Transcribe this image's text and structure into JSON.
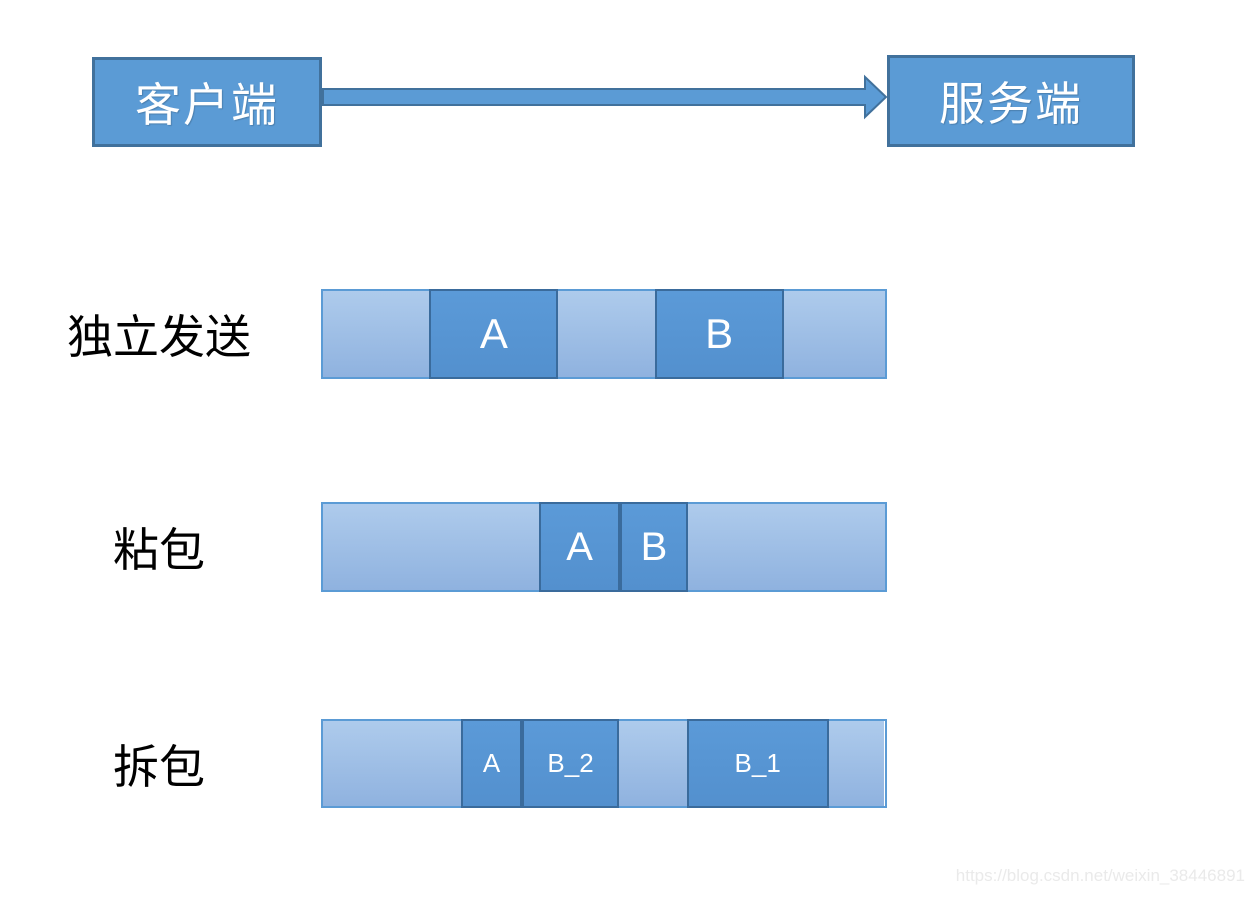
{
  "nodes": {
    "client": "客户端",
    "server": "服务端"
  },
  "watermark": "https://blog.csdn.net/weixin_38446891",
  "colors": {
    "node_fill": "#5B9BD5",
    "node_border": "#41719C",
    "arrow_fill": "#5B9BD5",
    "arrow_border": "#41719C",
    "packet_fill_top": "#5B9AD8",
    "packet_fill_bottom": "#5390CE",
    "packet_border": "#3A6B9C",
    "buffer_top": "#AECBEC",
    "buffer_bottom": "#8FB2DF",
    "buffer_border": "#5B9BD5",
    "label_color": "#000000",
    "watermark_color": "#EAEAEA"
  },
  "rows": [
    {
      "label": "独立发送",
      "segments": [
        {
          "kind": "buffer",
          "text": "",
          "width_pct": 18.9
        },
        {
          "kind": "packet",
          "text": "A",
          "width_pct": 23.0
        },
        {
          "kind": "buffer",
          "text": "",
          "width_pct": 17.1
        },
        {
          "kind": "packet",
          "text": "B",
          "width_pct": 23.0
        },
        {
          "kind": "buffer",
          "text": "",
          "width_pct": 18.0
        }
      ]
    },
    {
      "label": "粘包",
      "segments": [
        {
          "kind": "buffer",
          "text": "",
          "width_pct": 38.5
        },
        {
          "kind": "packet",
          "text": "A",
          "width_pct": 14.3
        },
        {
          "kind": "packet",
          "text": "B",
          "width_pct": 12.2
        },
        {
          "kind": "buffer",
          "text": "",
          "width_pct": 35.0
        }
      ]
    },
    {
      "label": "拆包",
      "segments": [
        {
          "kind": "buffer",
          "text": "",
          "width_pct": 24.6
        },
        {
          "kind": "packet",
          "text": "A",
          "width_pct": 10.8
        },
        {
          "kind": "packet",
          "text": "B_2",
          "width_pct": 17.3
        },
        {
          "kind": "buffer",
          "text": "",
          "width_pct": 12.0
        },
        {
          "kind": "packet",
          "text": "B_1",
          "width_pct": 25.3
        },
        {
          "kind": "buffer",
          "text": "",
          "width_pct": 9.9
        }
      ]
    }
  ]
}
